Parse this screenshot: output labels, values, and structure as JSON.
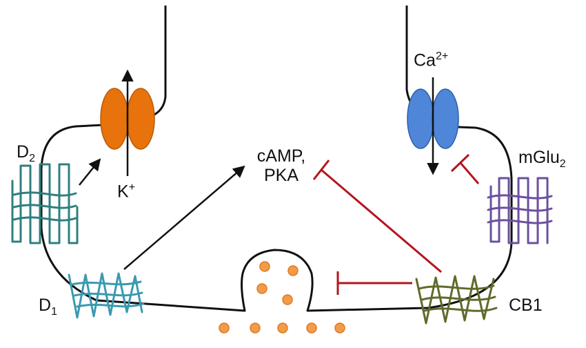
{
  "labels": {
    "d2": {
      "base": "D",
      "sub": "2"
    },
    "d1": {
      "base": "D",
      "sub": "1"
    },
    "k": {
      "base": "K",
      "sup": "+"
    },
    "ca": {
      "base": "Ca",
      "sup": "2+"
    },
    "camp_line1": "cAMP,",
    "camp_line2": "PKA",
    "mglu": {
      "base": "mGlu",
      "sub": "2"
    },
    "cb1": "CB1"
  },
  "colors": {
    "membrane": "#111111",
    "potassium_channel": "#e8720c",
    "calcium_channel": "#4f86d8",
    "d2_receptor": "#2f7f7f",
    "d1_receptor": "#3a9ab0",
    "mglu2_receptor": "#6b4f9e",
    "cb1_receptor": "#5f6b2a",
    "vesicles": "#f29b4b",
    "inhibition": "#b4141e",
    "activation": "#111111"
  }
}
